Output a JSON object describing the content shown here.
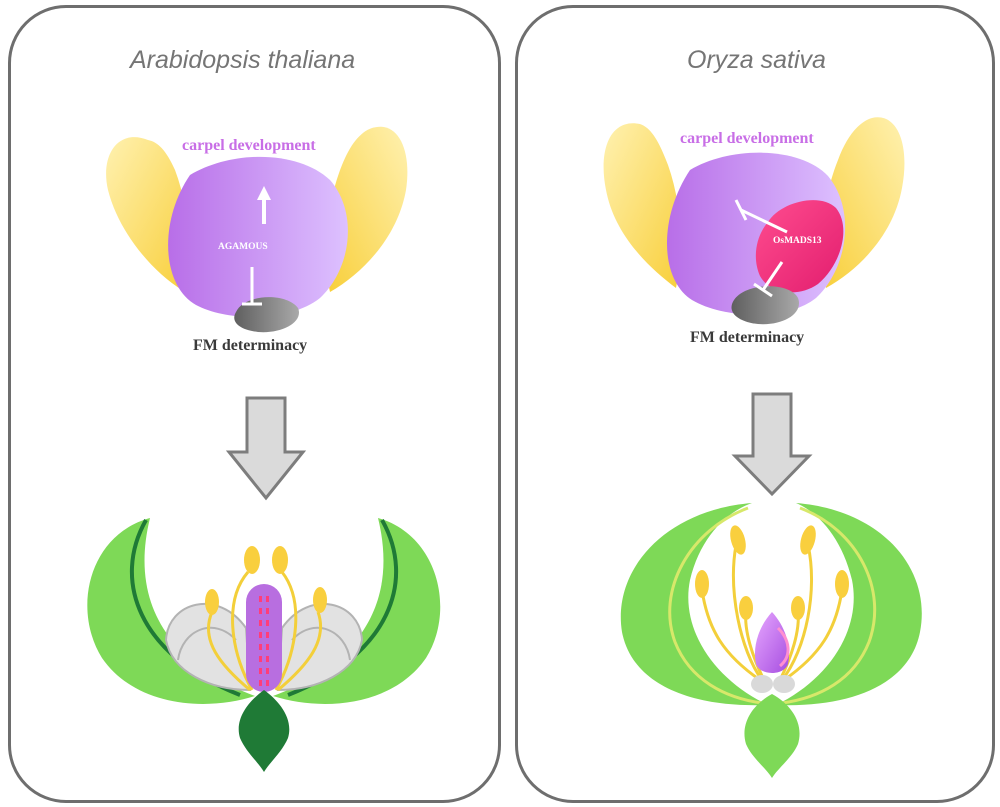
{
  "panels": [
    {
      "species": "Arabidopsis thaliana",
      "carpel_label": "carpel development",
      "gene_label": "AGAMOUS",
      "fm_label": "FM determinacy"
    },
    {
      "species": "Oryza sativa",
      "carpel_label": "carpel development",
      "gene_label": "OsMADS13",
      "fm_label": "FM determinacy"
    }
  ],
  "colors": {
    "petal_yellow": "#fbd95a",
    "carpel_purple": "#c38cf0",
    "osmads13_pink": "#ea2d7b",
    "meristem_gray": "#7a7a7a",
    "leaf_green": "#7ed957",
    "dark_green": "#1f7a36",
    "arrow_gray": "#d9d9d9",
    "frame_gray": "#6e6e6e"
  }
}
